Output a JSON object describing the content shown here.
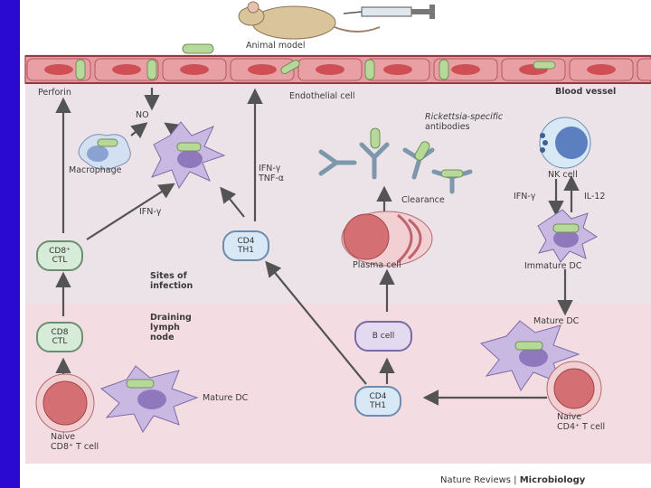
{
  "labels": {
    "animal_model": "Animal model",
    "perforin": "Perforin",
    "endothelial_cell": "Endothelial cell",
    "blood_vessel": "Blood vessel",
    "no": "NO",
    "macrophage": "Macrophage",
    "ifn_g_tnf_1": "IFN-γ",
    "ifn_g_tnf_2": "TNF-α",
    "ifn_g_left": "IFN-γ",
    "antibodies_1": "Rickettsia-specific",
    "antibodies_2": "antibodies",
    "clearance": "Clearance",
    "nk_cell": "NK cell",
    "ifn_g_right": "IFN-γ",
    "il12": "IL-12",
    "immature_dc": "Immature DC",
    "sites_1": "Sites of",
    "sites_2": "infection",
    "draining_1": "Draining",
    "draining_2": "lymph",
    "draining_3": "node",
    "plasma_cell": "Plasma cell",
    "mature_dc_right": "Mature DC",
    "mature_dc_left": "Mature DC",
    "naive_cd8_1": "Naive",
    "naive_cd8_2": "CD8⁺ T cell",
    "naive_cd4_1": "Naive",
    "naive_cd4_2": "CD4⁺ T cell",
    "footer_journal": "Nature Reviews | ",
    "footer_section": "Microbiology"
  },
  "cells": {
    "cd8_ctl_top_1": "CD8⁺",
    "cd8_ctl_top_2": "CTL",
    "cd8_ctl_bottom_1": "CD8",
    "cd8_ctl_bottom_2": "CTL",
    "cd4_th1_top_1": "CD4",
    "cd4_th1_top_2": "TH1",
    "cd4_th1_bottom_1": "CD4",
    "cd4_th1_bottom_2": "TH1",
    "b_cell": "B cell"
  },
  "colors": {
    "sidebar": "#2a0ad0",
    "vessel_cell": "#e8a0a4",
    "vessel_nucleus": "#cf4f55",
    "bacteria": "#b6d99a",
    "arrow": "#545454"
  }
}
